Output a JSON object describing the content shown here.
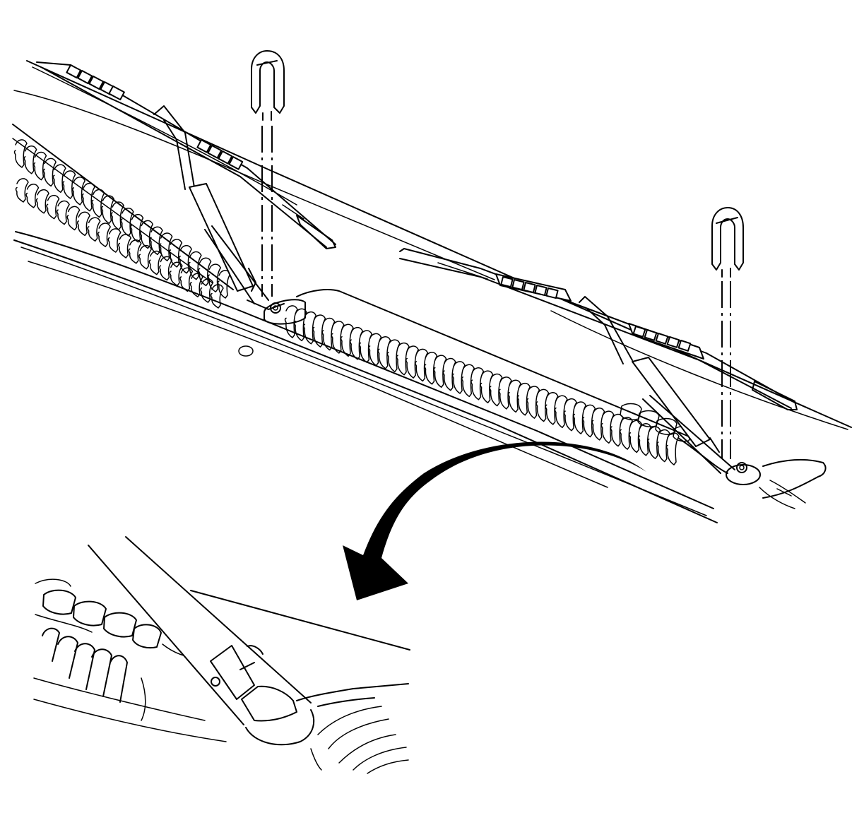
{
  "figure": {
    "colors": {
      "line": "#000000",
      "background": "#ffffff"
    },
    "parts": [
      "windshield-cowl",
      "left-wiper-arm",
      "right-wiper-arm",
      "left-wiper-blade",
      "right-wiper-blade",
      "left-arm-retaining-clip",
      "right-arm-retaining-clip",
      "pivot-nut",
      "detail-view-arrow",
      "detail-inset"
    ]
  }
}
